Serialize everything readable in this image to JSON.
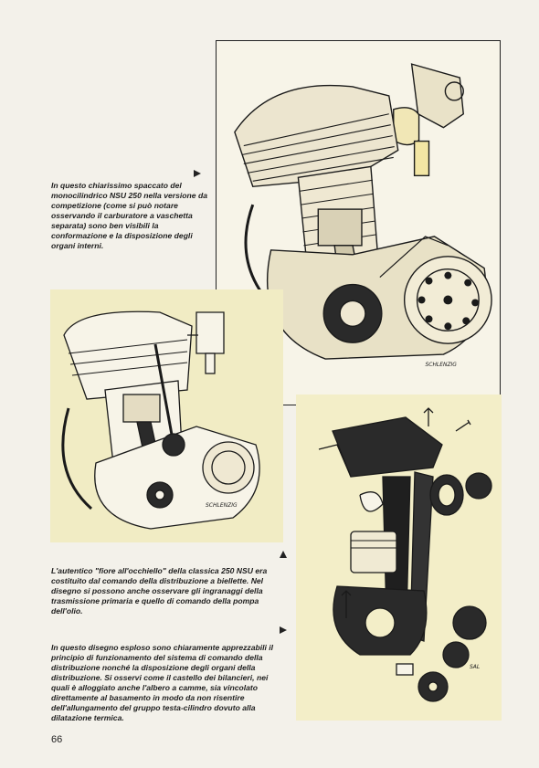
{
  "captions": {
    "top": "In questo chiarissimo spaccato del monocilindrico NSU 250 nella versione da competizione (come si può notare osservando il carburatore a vaschetta separata) sono ben visibili la conformazione e la disposizione degli organi interni.",
    "middle": "L'autentico \"fiore all'occhiello\" della classica 250 NSU era costituito dal comando della distribuzione a biellette. Nel disegno si possono anche osservare gli ingranaggi della trasmissione primaria e quello di comando della pompa dell'olio.",
    "bottom": "In questo disegno esploso sono chiaramente apprezzabili il principio di funzionamento del sistema di comando della distribuzione nonché la disposizione degli organi della distribuzione. Si osservi come il castello dei bilancieri, nei quali è alloggiato anche l'albero a camme, sia vincolato direttamente al basamento in modo da non risentire dell'allungamento del gruppo testa-cilindro dovuto alla dilatazione termica."
  },
  "illustrations": {
    "top_signature": "SCHLENZIG",
    "left_signature": "SCHLENZIG",
    "right_signature": "SAL"
  },
  "page_number": "66",
  "colors": {
    "page": "#f3f1ea",
    "panel_yellow": "#f1ecc4",
    "ink": "#1a1a1a"
  }
}
